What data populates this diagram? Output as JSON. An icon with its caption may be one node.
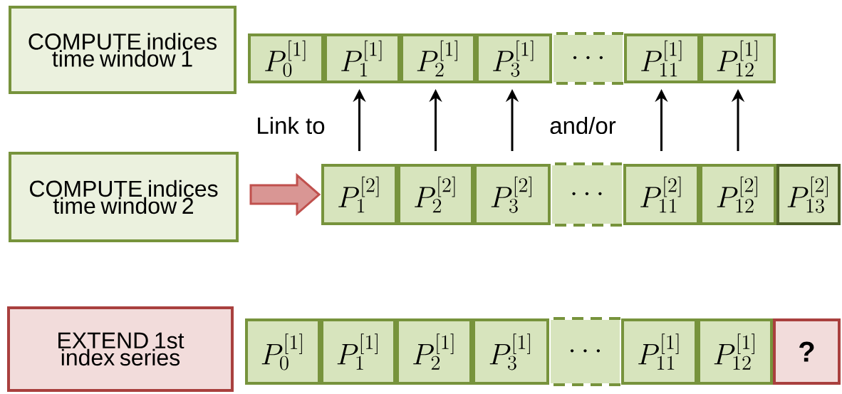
{
  "diagram": {
    "nodes": [
      {
        "text": [
          "COMPUTE indices time window 1"
        ]
      },
      {
        "text": [
          "P_{0}^{[1]}"
        ]
      },
      {
        "text": [
          "P_{1}^{[1]}"
        ]
      },
      {
        "text": [
          "P_{2}^{[1]}"
        ]
      },
      {
        "text": [
          "P_{3}^{[1]}"
        ]
      },
      {
        "text": [
          "\\cdots"
        ]
      },
      {
        "text": [
          "P_{11}^{[1]}"
        ]
      },
      {
        "text": [
          "P_{12}^{[1]}"
        ]
      },
      {
        "text": [
          "COMPUTE indices time window 2"
        ]
      },
      {
        "text": [
          "P_{1}^{[2]}"
        ]
      },
      {
        "text": [
          "P_{2}^{[2]}"
        ]
      },
      {
        "text": [
          "P_{3}^{[2]}"
        ]
      },
      {
        "text": [
          "\\cdots"
        ]
      },
      {
        "text": [
          "P_{11}^{[2]}"
        ]
      },
      {
        "text": [
          "P_{12}^{[2]}"
        ]
      },
      {
        "text": [
          "P_{13}^{[2]}"
        ]
      },
      {
        "text": [
          "EXTEND 1st index series"
        ]
      },
      {
        "text": [
          "P_{0}^{[1]}"
        ]
      },
      {
        "text": [
          "P_{1}^{[1]}"
        ]
      },
      {
        "text": [
          "P_{2}^{[1]}"
        ]
      },
      {
        "text": [
          "P_{3}^{[1]}"
        ]
      },
      {
        "text": [
          "\\cdots"
        ]
      },
      {
        "text": [
          "P_{11}^{[1]}"
        ]
      },
      {
        "text": [
          "P_{12}^{[1]}"
        ]
      },
      {
        "text": [
          "?"
        ]
      }
    ],
    "edges": [
      {
        "from": 8,
        "to": 9,
        "arrow": "to",
        "style": "thick",
        "color": "#c0504d"
      },
      {
        "from": 9,
        "to": 2,
        "arrow": "to"
      },
      {
        "from": 10,
        "to": 3,
        "arrow": "to"
      },
      {
        "from": 11,
        "to": 4,
        "arrow": "to"
      },
      {
        "from": 13,
        "to": 6,
        "arrow": "to"
      },
      {
        "from": 14,
        "to": 7,
        "arrow": "to"
      }
    ],
    "labels": [
      "Link to",
      "and/or"
    ]
  }
}
